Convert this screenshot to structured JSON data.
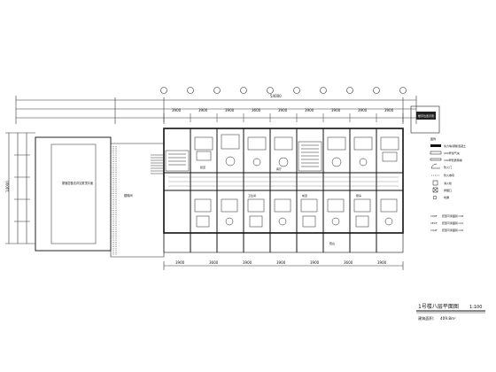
{
  "drawing": {
    "plan_title": "1号楼八层平面图",
    "scale": "1:100",
    "area_label": "建筑面积:",
    "area_value": "409.8m²"
  },
  "key_plan": {
    "label": "楼宇位置示意"
  },
  "legend": {
    "heading": "图例",
    "items": [
      "剪力墙/钢筋混凝土",
      "200厚加气块",
      "100厚轻质隔墙",
      "防火门",
      "防火卷帘",
      "消火栓",
      "排烟口",
      "地漏"
    ],
    "unit_stats": [
      {
        "code": "1X6F",
        "text": "套型可用面积=18"
      },
      {
        "code": "1E4F",
        "text": "套型可用面积=21"
      },
      {
        "code": "1X4F",
        "text": "套型可用面积=24"
      }
    ]
  },
  "rooms": {
    "left_block_note": "屋面层做法详见屋顶平面",
    "stair_note": "楼梯间",
    "room_labels": [
      "卧室",
      "客厅",
      "卫生间",
      "阳台",
      "厨房",
      "前室"
    ]
  },
  "dimensions": {
    "top_segments": [
      "3900",
      "3900",
      "3900",
      "3600",
      "3900",
      "3900",
      "3900",
      "3900",
      "3900"
    ],
    "bottom_segments": [
      "3900",
      "3600",
      "3900",
      "3900",
      "3900",
      "3600",
      "3900"
    ],
    "left_total": "14000",
    "top_overall": "54000"
  }
}
